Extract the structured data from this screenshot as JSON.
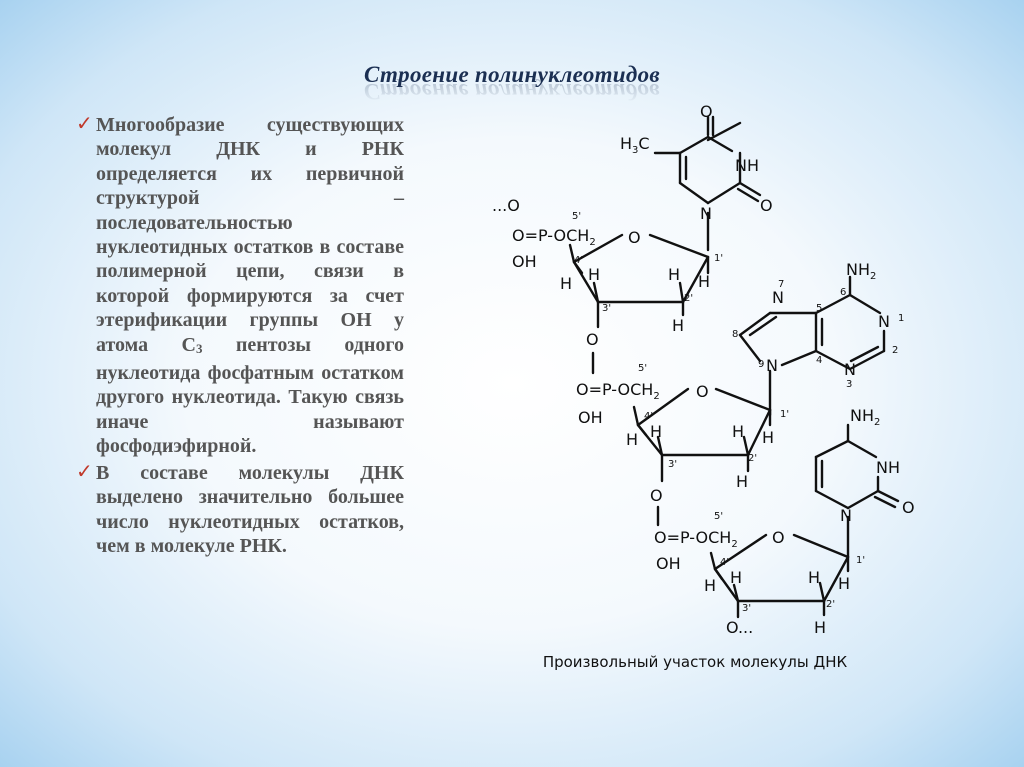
{
  "slide": {
    "title": "Строение полинуклеотидов",
    "paragraphs": [
      {
        "bullet": "✓",
        "parts": [
          "Многообразие существующих молекул ДНК и РНК определяется их первичной структурой – последовательностью нуклеотидных остатков в составе полимерной цепи, связи в которой формируются за счет этерификации группы ОН у атома С",
          "3",
          " пентозы одного нуклеотида фосфатным остатком другого нуклеотида. Такую связь иначе называют фосфодиэфирной."
        ]
      },
      {
        "bullet": "✓",
        "parts": [
          "В составе молекулы ДНК выделено значительно большее число нуклеотидных остатков, чем в молекуле РНК."
        ]
      }
    ],
    "caption": "Произвольный участок молекулы ДНК"
  },
  "diagram": {
    "labels": {
      "h3c": "H",
      "h3c_sub": "3",
      "h3c_end": "C",
      "o": "O",
      "nh": "NH",
      "n": "N",
      "nh2": "NH",
      "nh2_sub": "2",
      "h": "H",
      "oh": "OH",
      "phosphate": "O=P-OCH",
      "ch2_sub": "2",
      "o_dots_start": "...O",
      "o_dots_end": "O..."
    },
    "numbers": {
      "c5": "5'",
      "c4": "4'",
      "c3": "3'",
      "c2": "2'",
      "c1": "1'",
      "p1": "1",
      "p2": "2",
      "p3": "3",
      "p4": "4",
      "p5": "5",
      "p6": "6",
      "p7": "7",
      "p8": "8",
      "p9": "9"
    }
  }
}
